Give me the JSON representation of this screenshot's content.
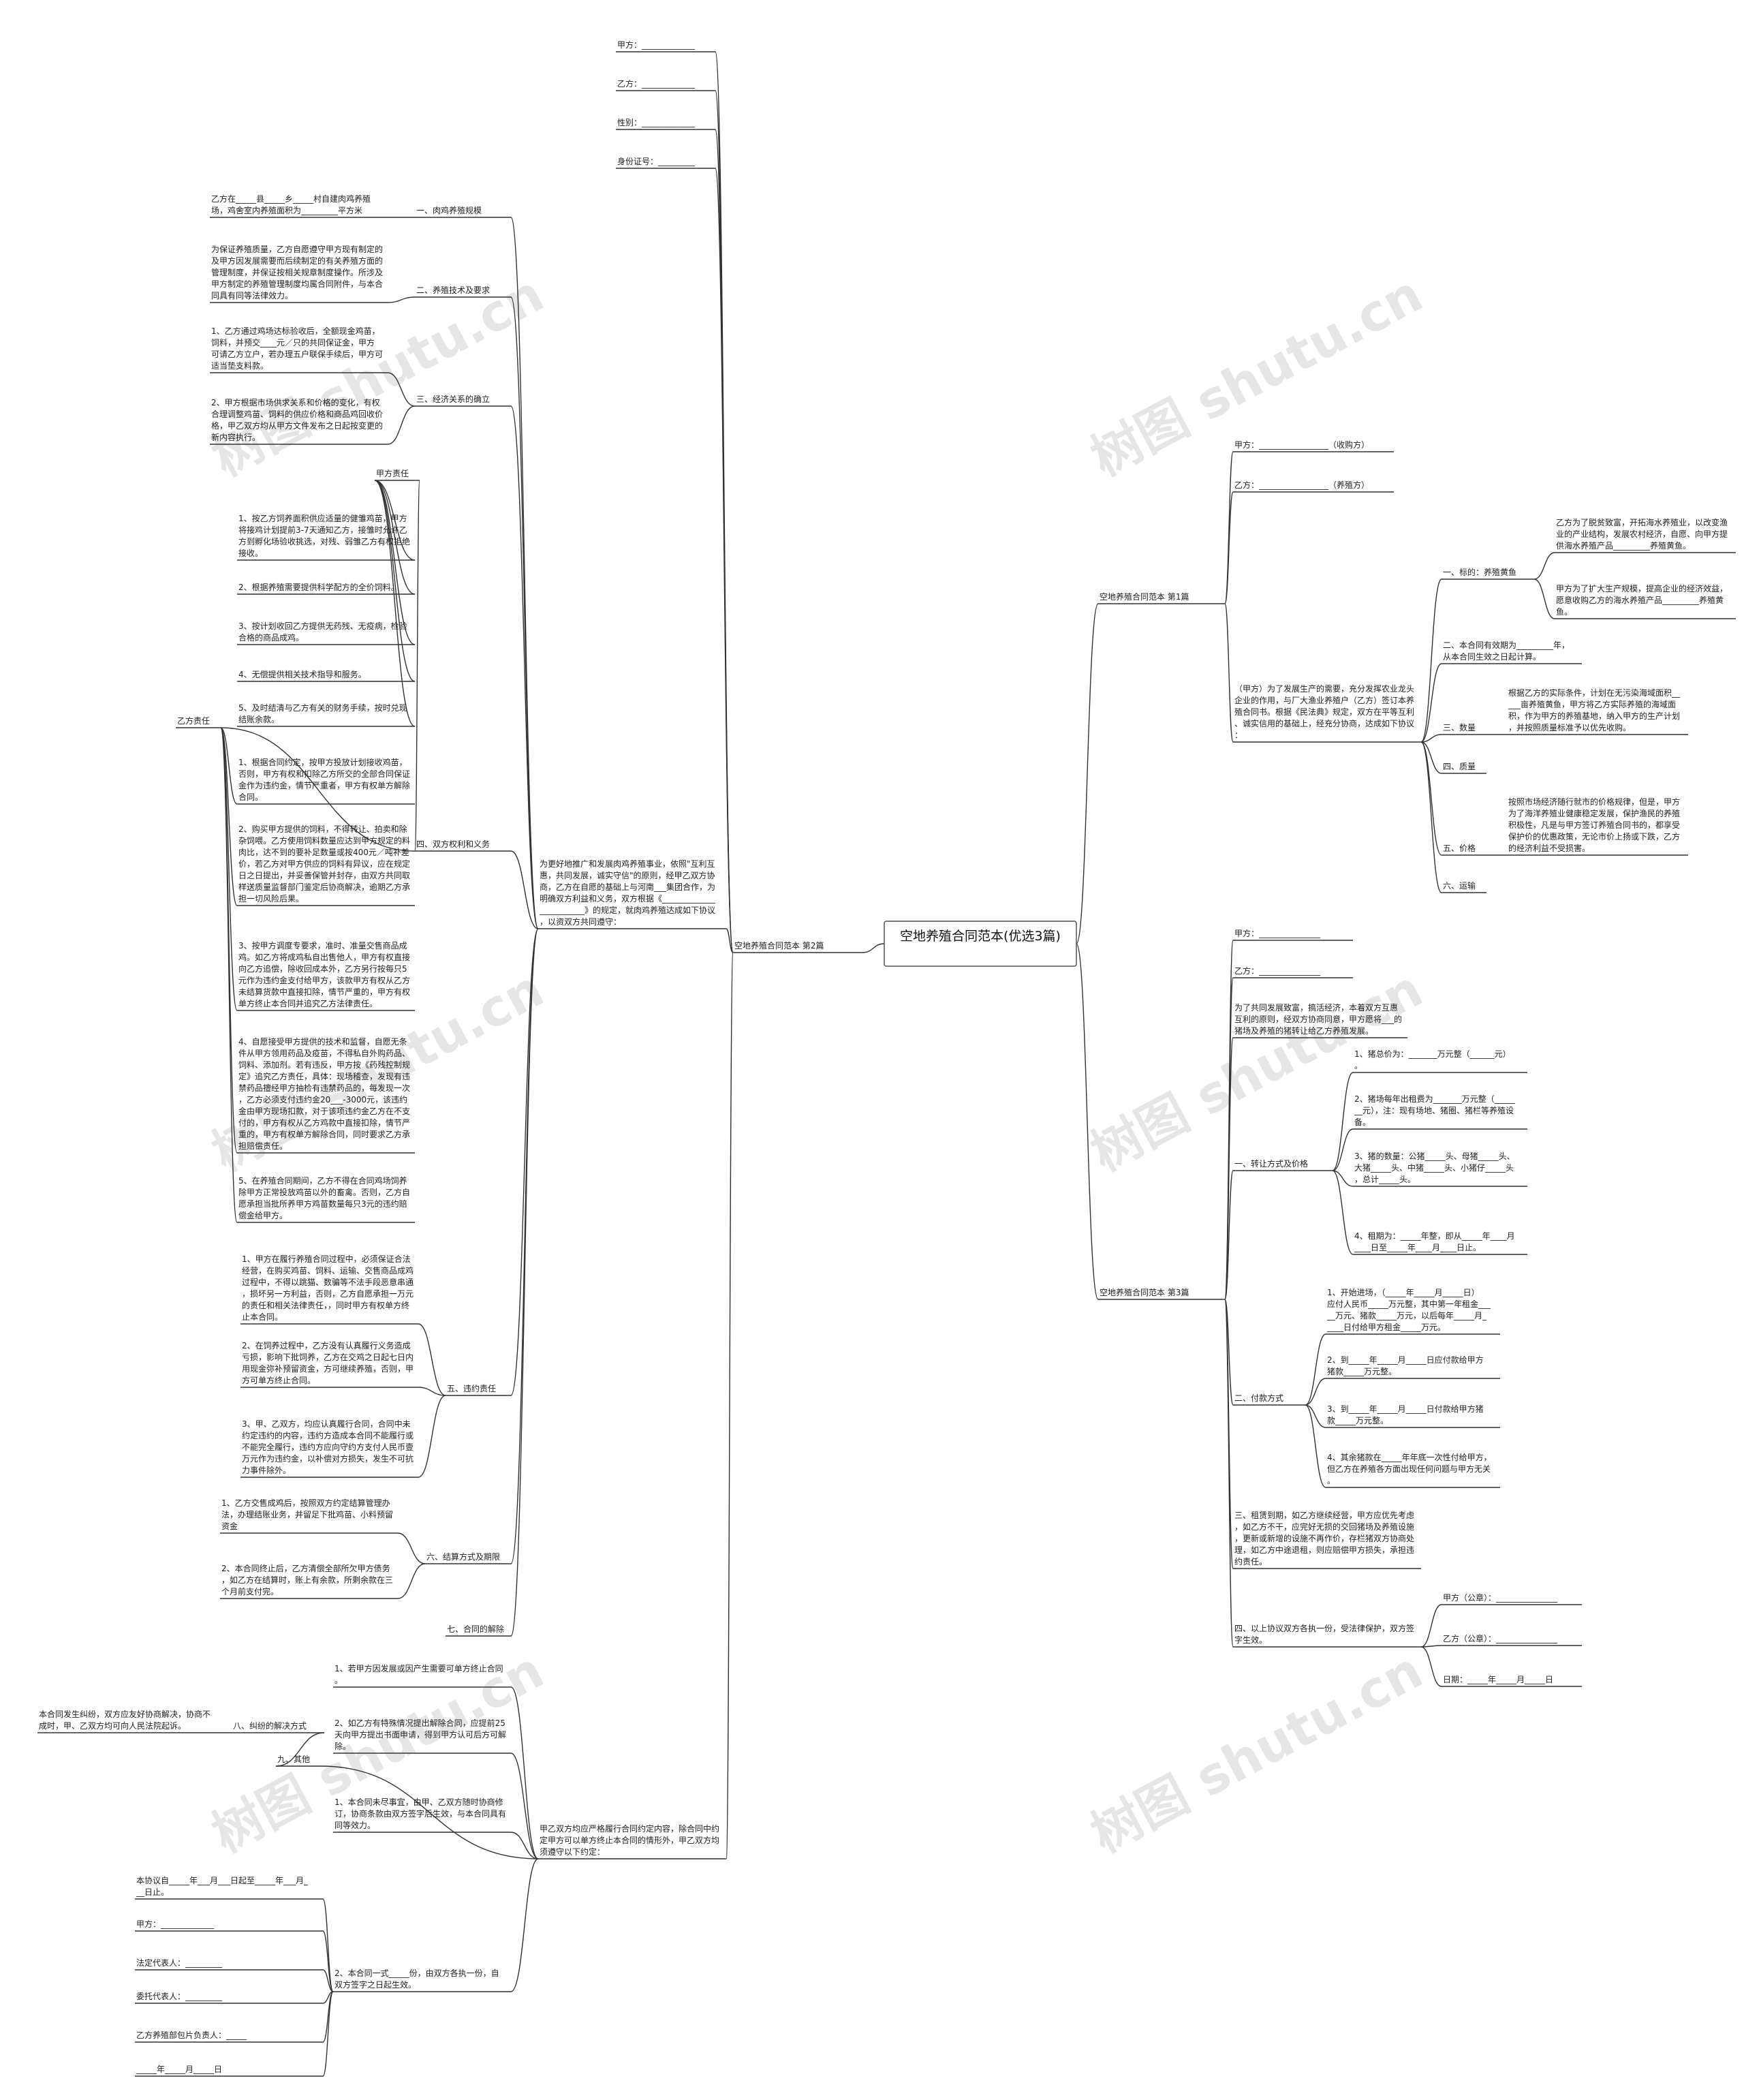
{
  "root": {
    "title": "空地养殖合同范本(优选3篇)"
  },
  "watermark": "树图 shutu.cn",
  "branches": {
    "b2": {
      "label": "空地养殖合同范本 第2篇",
      "header": [
        "甲方：_____________",
        "乙方：_____________",
        "性别：_____________",
        "身份证号：_________"
      ],
      "intro": "为更好地推广和发展肉鸡养殖事业，依照\"互利互惠，共同发展，诚实守信\"的原则，经甲乙双方协商，乙方在自愿的基础上与河南___集团合作，为明确双方利益和义务，双方根据《________________________》的规定，就肉鸡养殖达成如下协议，以资双方共同遵守：",
      "s1": {
        "title": "一、肉鸡养殖规模",
        "text": "乙方在_____县_____乡_____村自建肉鸡养殖场，鸡舍室内养殖面积为_________平方米"
      },
      "s2": {
        "title": "二、养殖技术及要求",
        "text": "为保证养殖质量，乙方自愿遵守甲方现有制定的及甲方因发展需要而后续制定的有关养殖方面的管理制度，并保证按相关规章制度操作。所涉及甲方制定的养殖管理制度均属合同附件，与本合同具有同等法律效力。"
      },
      "s3": {
        "title": "三、经济关系的确立",
        "items": [
          "1、乙方通过鸡场达标验收后，全额现金鸡苗，饲料，并预交____元／只的共同保证金，甲方可请乙方立户，若办理五户联保手续后，甲方可适当垫支料款。",
          "2、甲方根据市场供求关系和价格的变化，有权合理调整鸡苗、饲料的供应价格和商品鸡回收价格，甲乙双方均从甲方文件发布之日起按变更的新内容执行。"
        ]
      },
      "s4": {
        "title": "四、双方权利和义务",
        "jia": {
          "title": "甲方责任",
          "items": [
            "1、按乙方饲养面积供应适量的健雏鸡苗，甲方将接鸡计划提前3-7天通知乙方，接雏时允许乙方到孵化场验收挑选，对残、弱雏乙方有权拒绝接收。",
            "2、根据养殖需要提供科学配方的全价饲料。",
            "3、按计划收回乙方提供无药残、无疫病，检验合格的商品成鸡。",
            "4、无偿提供相关技术指导和服务。",
            "5、及时结清与乙方有关的财务手续，按时兑现结账余款。"
          ]
        },
        "yi": {
          "title": "乙方责任",
          "items": [
            "1、根据合同约定，按甲方投放计划接收鸡苗，否则，甲方有权和扣除乙方所交的全部合同保证金作为违约金，情节严重者，甲方有权单方解除合同。",
            "2、购买甲方提供的饲料，不得转让、拍卖和除杂饲喂。乙方使用饲料数量应达到甲方规定的料肉比，达不到的要补足数量或按400元／吨补差价，若乙方对甲方供应的饲料有异议，应在规定日之日提出，并妥善保管并封存，由双方共同取样送质量监督部门鉴定后协商解决，逾期乙方承担一切风险后果。",
            "3、按甲方调度专要求，准时、准量交售商品成鸡。如乙方将成鸡私自出售他人，甲方有权直接向乙方追偿，除收回成本外，乙方另行按每只5元作为违约金支付给甲方，该款甲方有权从乙方未结算货款中直接扣除，情节严重的，甲方有权单方终止本合同并追究乙方法律责任。",
            "4、自愿接受甲方提供的技术和监督，自愿无条件从甲方领用药品及疫苗，不得私自外购药品、饲料、添加剂。若有违反，甲方按《药残控制规定》追究乙方责任，具体：现场稽查，发现有违禁药品擅经甲方抽检有违禁药品的，每发现一次，乙方必须支付违约金20___-3000元，该违约金由甲方现场扣款，对于该项违约金乙方在不支付的，甲方有权从乙方鸡款中直接扣除，情节严重的，甲方有权单方解除合同，同时要求乙方承担赔偿责任。",
            "5、在养殖合同期间，乙方不得在合同鸡场饲养除甲方正常投放鸡苗以外的畜禽。否则，乙方自愿承担当批所养甲方鸡苗数量每只3元的违约赔偿金给甲方。"
          ]
        }
      },
      "s5": {
        "title": "五、违约责任",
        "items": [
          "1、甲方在履行养殖合同过程中，必须保证合法经营，在购买鸡苗、饲料、运输、交售商品成鸡过程中，不得以跳猫、数骗等不法手段恶意串通，损坏另一方利益，否则，乙方自愿承担一万元的责任和相关法律责任，，同时甲方有权单方终止本合同。",
          "2、在饲养过程中，乙方没有认真履行义务造成亏损，影响下批饲养，乙方在交鸡之日起七日内用现金弥补预留资金，方可继续养殖，否则，甲方可单方终止合同。",
          "3、甲、乙双方，均应认真履行合同，合同中未约定违约的内容，违约方造成本合同不能履行或不能完全履行，违约方应向守约方支付人民币壹万元作为违约金，以补偿对方损失，发生不可抗力事件除外。"
        ]
      },
      "s6": {
        "title": "六、结算方式及期限",
        "items": [
          "1、乙方交售成鸡后，按照双方约定结算管理办法，办理结账业务，并留足下批鸡苗、小料预留资金",
          "2、本合同终止后，乙方清偿全部所欠甲方债务，如乙方在结算时，账上有余款，所剩余款在三个月前支付完。"
        ]
      },
      "s7": {
        "title": "七、合同的解除"
      },
      "part2": {
        "intro": "甲乙双方均应严格履行合同约定内容，除合同中约定甲方可以单方终止本合同的情形外，甲乙双方均须遵守以下约定：",
        "items": [
          "1、若甲方因发展或因产生需要可单方终止合同。",
          "2、如乙方有特殊情况提出解除合同，应提前25天向甲方提出书面申请，得到甲方认可后方可解除。"
        ],
        "s8": {
          "title": "八、纠纷的解决方式",
          "text": "本合同发生纠纷，双方应友好协商解决，协商不成时，甲、乙双方均可向人民法院起诉。"
        },
        "s9": {
          "title": "九、其他"
        },
        "other_items": [
          "1、本合同未尽事宜，由甲、乙双方随时协商修订，协商条款由双方签字后生效，与本合同具有同等效力。",
          "2、本合同一式_____份，由双方各执一份，自双方签字之日起生效。"
        ],
        "sign": [
          "本协议自_____年___月___日起至_____年___月___日止。",
          "甲方：_____________",
          "法定代表人：_________",
          "委托代表人：_________",
          "乙方养殖部包片负责人：_____",
          "_____年_____月_____日"
        ]
      }
    },
    "b1": {
      "label": "空地养殖合同范本 第1篇",
      "header": [
        "甲方：_________________（收购方）",
        "乙方：_________________（养殖方）"
      ],
      "intro": "（甲方）为了发展生产的需要，充分发挥农业龙头企业的作用，与厂大渔业养殖户（乙方）签订本养殖合同书。根据《民法典》规定，双方在平等互利、诚实信用的基础上，经充分协商，达成如下协议：",
      "s1": {
        "title": "一、标的：养殖黄鱼",
        "items": [
          "乙方为了脱贫致富，开拓海水养殖业，以改变渔业的产业结构，发展农村经济，自愿、向甲方提供海水养殖产品_________养殖黄鱼。",
          "甲方为了扩大生产规模，提高企业的经济效益，愿意收购乙方的海水养殖产品_________养殖黄鱼。"
        ]
      },
      "s2": {
        "title": "二、本合同有效期为_________年，从本合同生效之日起计算。"
      },
      "s3": {
        "title": "三、数量",
        "text": "根据乙方的实际条件，计划在无污染海域面积_____亩养殖黄鱼，甲方将乙方实际养殖的海域面积，作为甲方的养殖基地，纳入甲方的生产计划，并按照质量标准予以优先收购。"
      },
      "s4": {
        "title": "四、质量"
      },
      "s5": {
        "title": "五、价格",
        "text": "按照市场经济随行就市的价格规律，但是，甲方为了海洋养殖业健康稳定发展，保护渔民的养殖积极性，凡是与甲方签订养殖合同书的，都享受保护价的优惠政策，无论市价上扬或下跌，乙方的经济利益不受损害。"
      },
      "s6": {
        "title": "六、运输"
      }
    },
    "b3": {
      "label": "空地养殖合同范本 第3篇",
      "header": [
        "甲方：_______________",
        "乙方：_______________"
      ],
      "intro": "为了共同发展致富，搞活经济，本着双方互惠互利的原则，经双方协商同意，甲方愿将___的猪场及养殖的猪转让给乙方养殖发展。",
      "s1": {
        "title": "一、转让方式及价格",
        "items": [
          "1、猪总价为：_______万元整（______元）。",
          "2、猪场每年出租费为_______万元整（_______元），注：现有场地、猪圈、猪栏等养殖设备。",
          "3、猪的数量：公猪_____头、母猪_____头、大猪_____头、中猪_____头、小猪仔_____头，总计_____头。",
          "4、租期为：_____年整，即从_____年____月____日至_____年____月____日止。"
        ]
      },
      "s2": {
        "title": "二、付款方式",
        "items": [
          "1、开始进场，（_____年_____月_____日）应付人民币_____万元整，其中第一年租金_____万元、猪款_____万元，以后每年_____月_____日付给甲方租金_____万元。",
          "2、到_____年_____月_____日应付款给甲方猪款_____万元整。",
          "3、到_____年_____月_____日付款给甲方猪款_____万元整。",
          "4、其余猪款在_____年年底一次性付给甲方，但乙方在养殖各方面出现任何问题与甲方无关。"
        ]
      },
      "s3": {
        "title": "三、租赁到期，如乙方继续经营，甲方应优先考虑，如乙方不干，应完好无损的交回猪场及养殖设施，更新或新增的设施不再作价，存栏猪双方协商处理，如乙方中途退租，则应赔偿甲方损失，承担违约责任。"
      },
      "s4": {
        "title": "四、以上协议双方各执一份，受法律保护，双方签字生效。",
        "sign": [
          "甲方（公章）：_______________",
          "乙方（公章）：_______________",
          "日期：_____年_____月_____日"
        ]
      }
    }
  }
}
